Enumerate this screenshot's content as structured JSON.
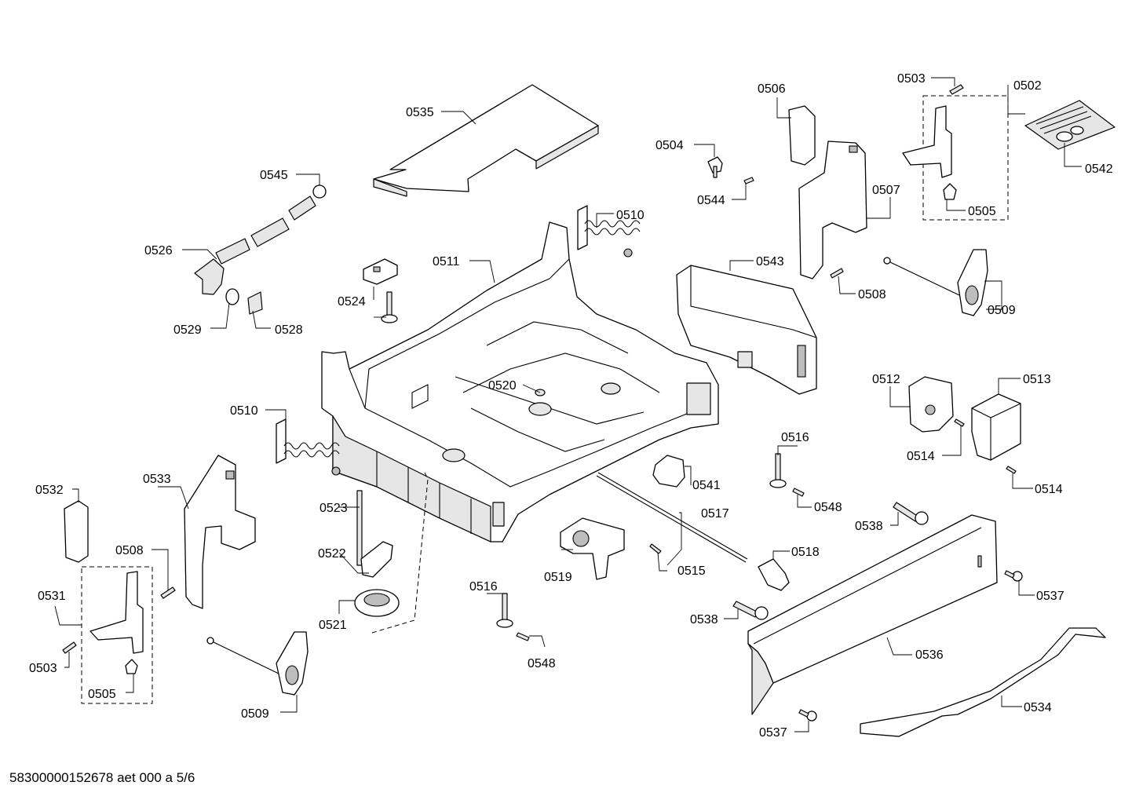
{
  "footer": {
    "text": "58300000152678 aet 000 a 5/6"
  },
  "callouts": [
    {
      "label": "0535"
    },
    {
      "label": "0545"
    },
    {
      "label": "0526"
    },
    {
      "label": "0529"
    },
    {
      "label": "0528"
    },
    {
      "label": "0524"
    },
    {
      "label": "0511"
    },
    {
      "label": "0510"
    },
    {
      "label": "0520"
    },
    {
      "label": "0510"
    },
    {
      "label": "0532"
    },
    {
      "label": "0533"
    },
    {
      "label": "0508"
    },
    {
      "label": "0531"
    },
    {
      "label": "0503"
    },
    {
      "label": "0505"
    },
    {
      "label": "0509"
    },
    {
      "label": "0523"
    },
    {
      "label": "0522"
    },
    {
      "label": "0521"
    },
    {
      "label": "0516"
    },
    {
      "label": "0548"
    },
    {
      "label": "0519"
    },
    {
      "label": "0515"
    },
    {
      "label": "0541"
    },
    {
      "label": "0517"
    },
    {
      "label": "0504"
    },
    {
      "label": "0544"
    },
    {
      "label": "0506"
    },
    {
      "label": "0507"
    },
    {
      "label": "0508"
    },
    {
      "label": "0543"
    },
    {
      "label": "0503"
    },
    {
      "label": "0502"
    },
    {
      "label": "0542"
    },
    {
      "label": "0505"
    },
    {
      "label": "0509"
    },
    {
      "label": "0512"
    },
    {
      "label": "0513"
    },
    {
      "label": "0514"
    },
    {
      "label": "0514"
    },
    {
      "label": "0516"
    },
    {
      "label": "0548"
    },
    {
      "label": "0538"
    },
    {
      "label": "0518"
    },
    {
      "label": "0538"
    },
    {
      "label": "0537"
    },
    {
      "label": "0536"
    },
    {
      "label": "0534"
    },
    {
      "label": "0537"
    }
  ]
}
